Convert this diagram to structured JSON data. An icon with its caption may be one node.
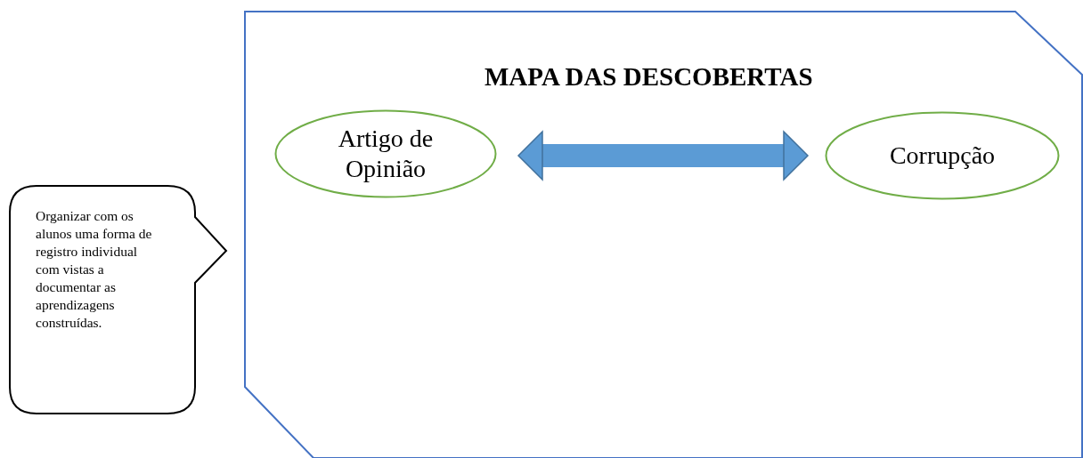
{
  "diagram": {
    "nodes": [
      {
        "text": [
          "MAPA DAS DESCOBERTAS"
        ]
      },
      {
        "text": [
          "Artigo de Opinião"
        ],
        "in": 0
      },
      {
        "text": [
          "Corrupção"
        ],
        "in": 0
      },
      {
        "text": [
          "Organizar com os alunos uma forma de registro individual com vistas a documentar as aprendizagens construídas."
        ]
      }
    ],
    "edges": [
      {
        "from": 1,
        "to": 2,
        "arrow": "both"
      }
    ]
  }
}
